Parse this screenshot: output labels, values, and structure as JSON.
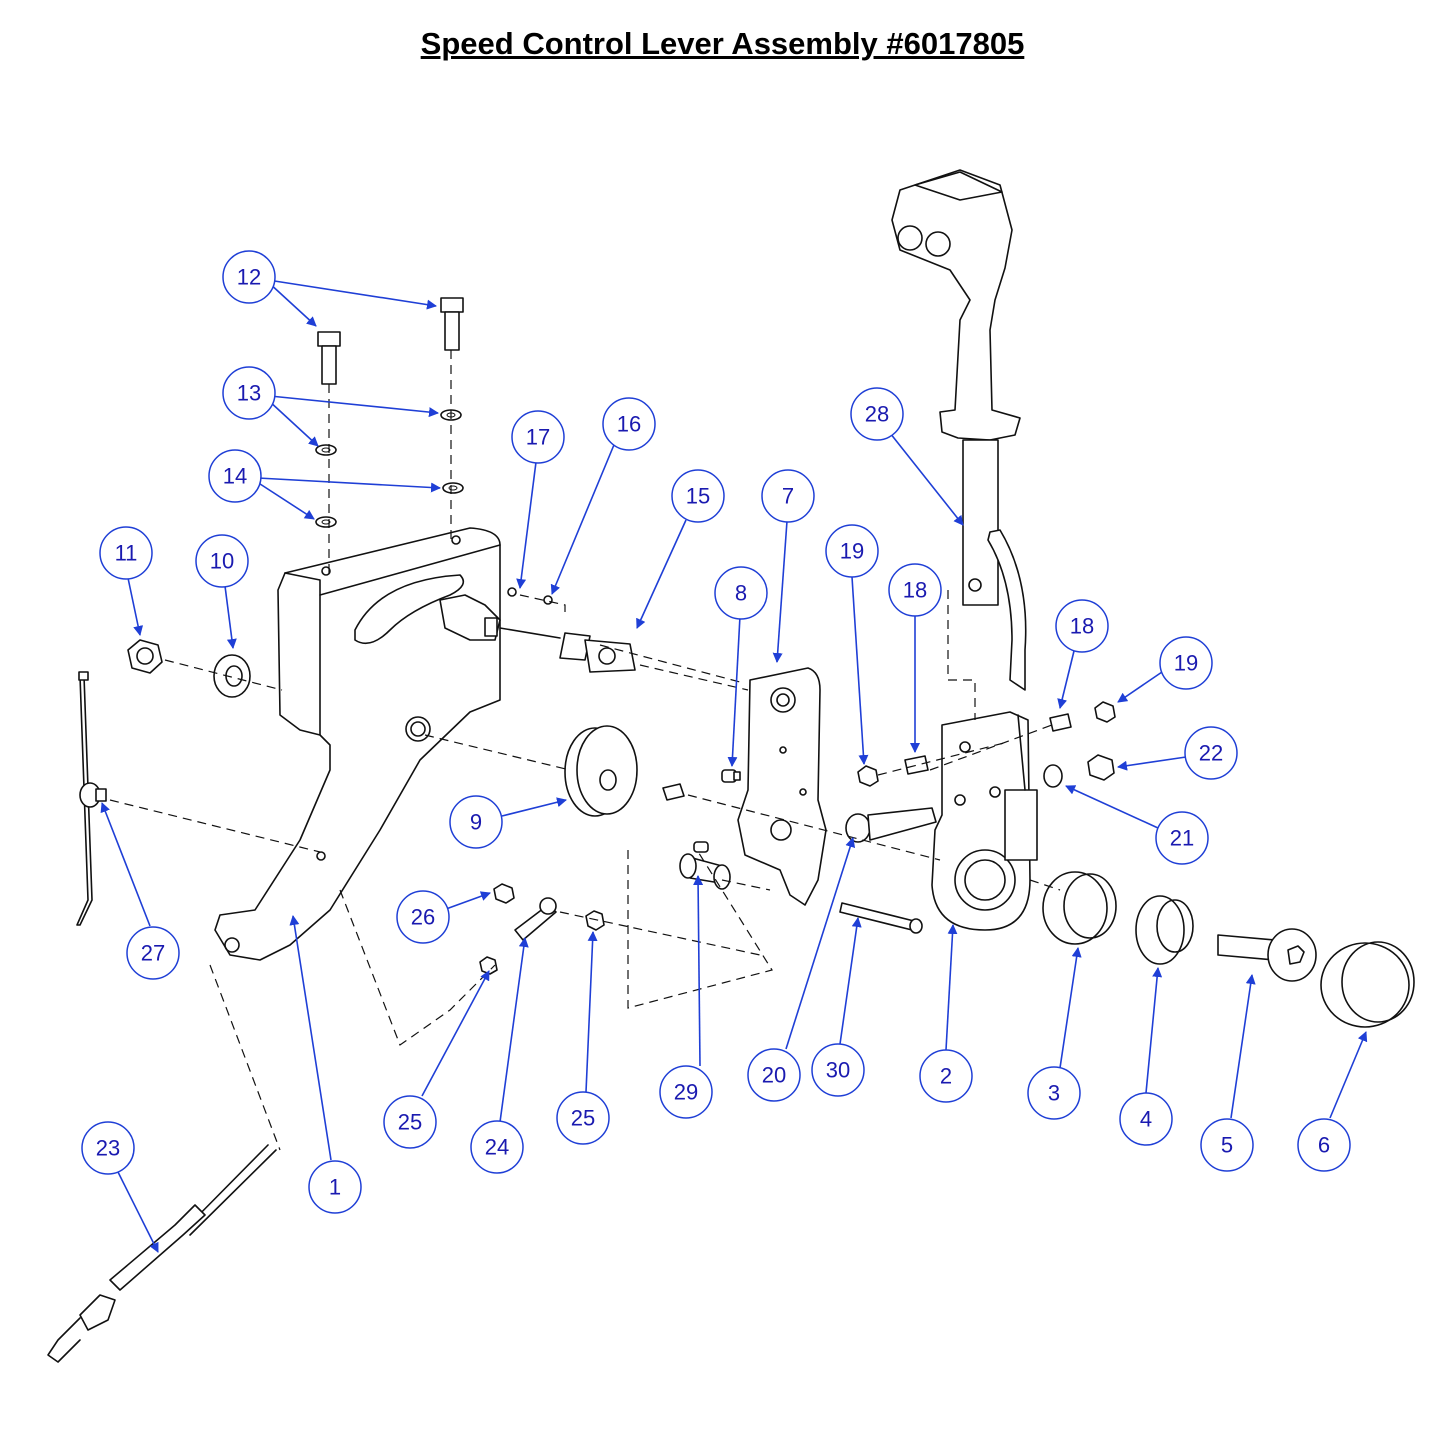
{
  "title": "Speed Control Lever Assembly #6017805",
  "callouts": [
    "12",
    "13",
    "14",
    "11",
    "10",
    "17",
    "16",
    "15",
    "7",
    "8",
    "19",
    "18",
    "28",
    "18",
    "19",
    "22",
    "21",
    "9",
    "20",
    "30",
    "2",
    "29",
    "26",
    "25",
    "24",
    "25",
    "27",
    "23",
    "1",
    "3",
    "4",
    "5",
    "6"
  ],
  "colors": {
    "callout": "#1f3fd6",
    "callout_text": "#1a1ab0",
    "line": "#111111"
  }
}
